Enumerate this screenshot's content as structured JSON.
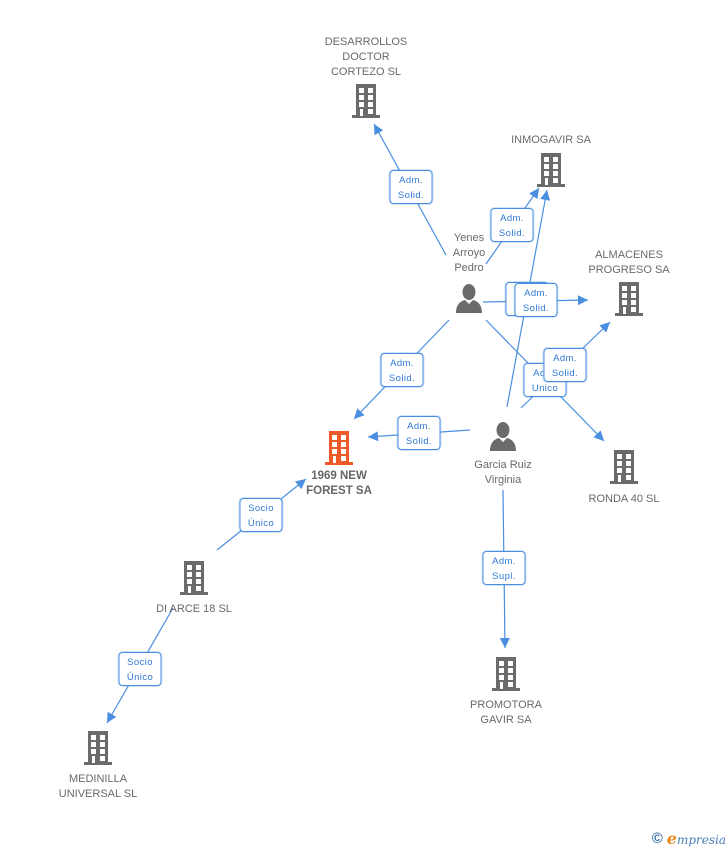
{
  "colors": {
    "edge": "#4a8ee0",
    "edge_label_text": "#2f79d6",
    "company_icon": "#6b6b6b",
    "main_company_icon": "#f05a28",
    "person_icon": "#6b6b6b",
    "label_text": "#6a6a6a"
  },
  "nodes": [
    {
      "id": "desarrollos",
      "type": "company",
      "label": "DESARROLLOS\nDOCTOR\nCORTEZO SL",
      "icon": "building-icon"
    },
    {
      "id": "inmogavir",
      "type": "company",
      "label": "INMOGAVIR SA",
      "icon": "building-icon"
    },
    {
      "id": "almacenes",
      "type": "company",
      "label": "ALMACENES\nPROGRESO SA",
      "icon": "building-icon"
    },
    {
      "id": "yenes",
      "type": "person",
      "label": "Yenes\nArroyo\nPedro",
      "icon": "person-icon"
    },
    {
      "id": "main",
      "type": "main-company",
      "label": "1969 NEW\nFOREST SA",
      "icon": "building-icon"
    },
    {
      "id": "garcia",
      "type": "person",
      "label": "Garcia Ruiz\nVirginia",
      "icon": "person-icon"
    },
    {
      "id": "ronda",
      "type": "company",
      "label": "RONDA 40 SL",
      "icon": "building-icon"
    },
    {
      "id": "diarce",
      "type": "company",
      "label": "DI ARCE 18 SL",
      "icon": "building-icon"
    },
    {
      "id": "promotora",
      "type": "company",
      "label": "PROMOTORA\nGAVIR SA",
      "icon": "building-icon"
    },
    {
      "id": "medinilla",
      "type": "company",
      "label": "MEDINILLA\nUNIVERSAL  SL",
      "icon": "building-icon"
    }
  ],
  "edges": [
    {
      "from": "yenes",
      "to": "desarrollos",
      "label": "Adm.\nSolid."
    },
    {
      "from": "yenes",
      "to": "inmogavir",
      "label": "Adm.\nSolid."
    },
    {
      "from": "yenes",
      "to": "almacenes",
      "label": "Adm.\nSolid."
    },
    {
      "from": "yenes",
      "to": "main",
      "label": "Adm.\nSolid."
    },
    {
      "from": "yenes",
      "to": "ronda",
      "label": "Adm.\nUnico"
    },
    {
      "from": "garcia",
      "to": "inmogavir",
      "label": "Adm.\nSolid."
    },
    {
      "from": "garcia",
      "to": "almacenes",
      "label": "Adm.\nSolid."
    },
    {
      "from": "garcia",
      "to": "main",
      "label": "Adm.\nSolid."
    },
    {
      "from": "garcia",
      "to": "promotora",
      "label": "Adm.\nSupl."
    },
    {
      "from": "diarce",
      "to": "main",
      "label": "Socio\nÚnico"
    },
    {
      "from": "diarce",
      "to": "medinilla",
      "label": "Socio\nÚnico"
    }
  ],
  "footer": {
    "copyright_symbol": "©",
    "brand_initial": "e",
    "brand_rest": "mpresia"
  }
}
